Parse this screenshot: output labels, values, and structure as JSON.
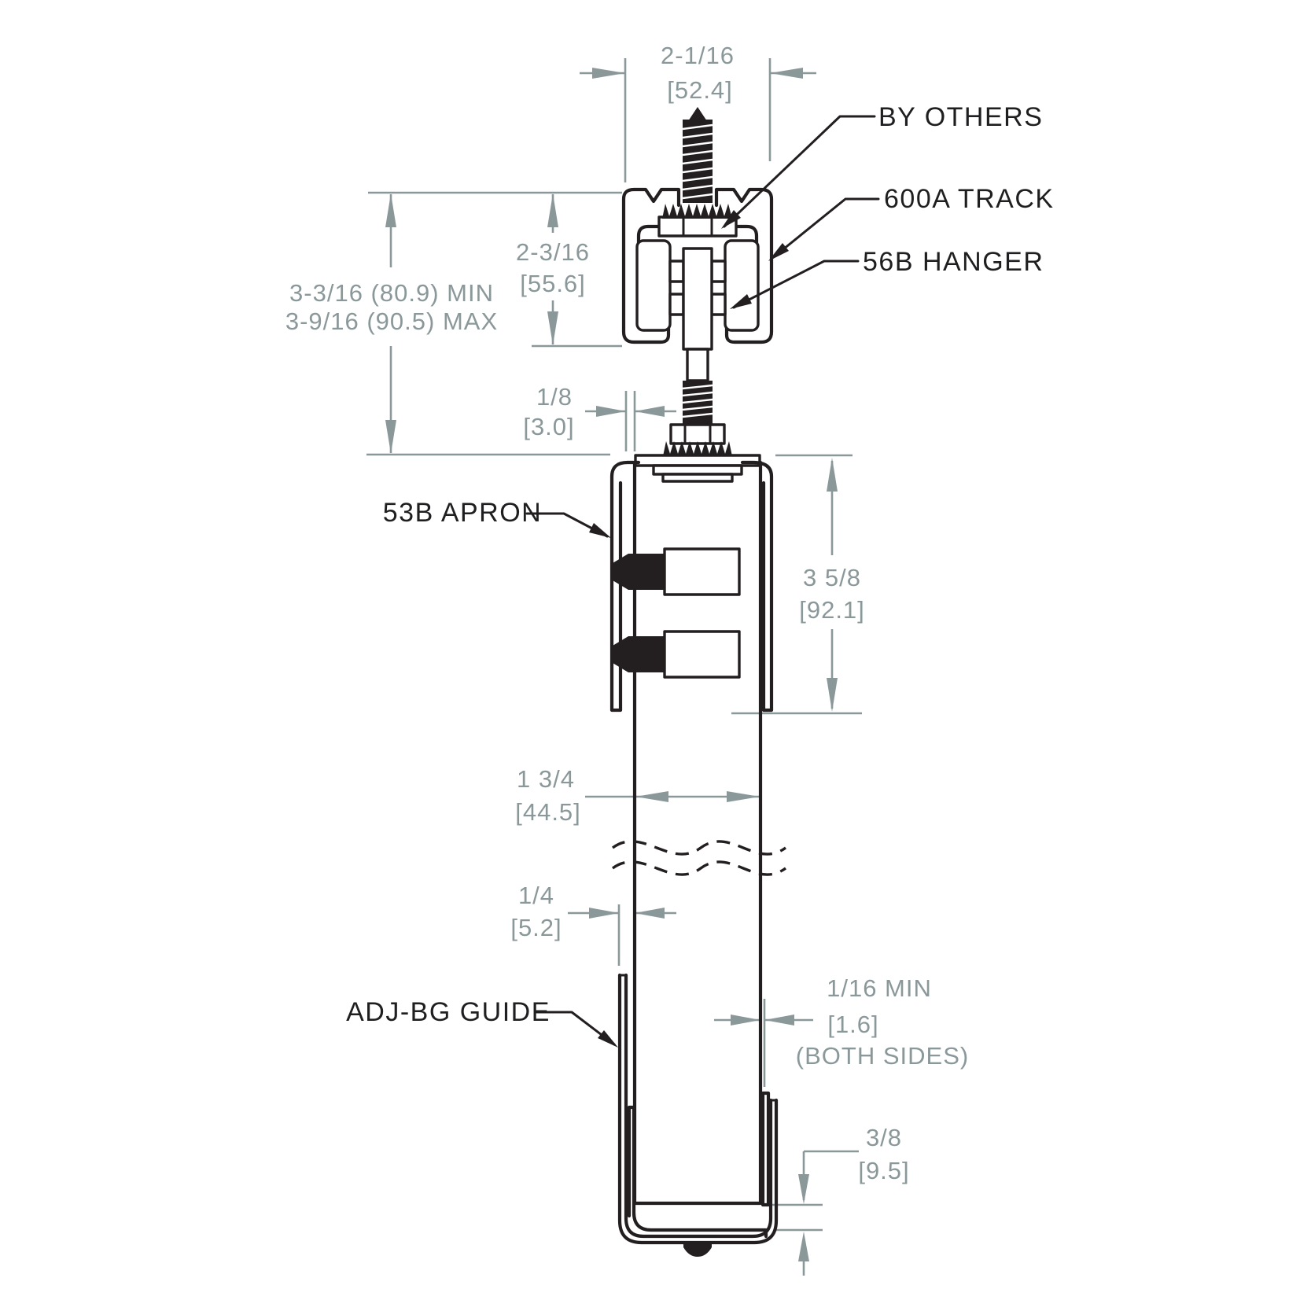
{
  "drawing": {
    "labels": {
      "by_others": "BY OTHERS",
      "track": "600A TRACK",
      "hanger": "56B HANGER",
      "apron": "53B APRON",
      "guide": "ADJ-BG GUIDE"
    },
    "dimensions": {
      "track_width": {
        "imperial": "2-1/16",
        "metric": "[52.4]"
      },
      "hanger_clearance": {
        "min": "3-3/16 (80.9) MIN",
        "max": "3-9/16 (90.5) MAX"
      },
      "track_height": {
        "imperial": "2-3/16",
        "metric": "[55.6]"
      },
      "track_to_door_gap": {
        "imperial": "1/8",
        "metric": "[3.0]"
      },
      "apron_height": {
        "imperial": "3 5/8",
        "metric": "[92.1]"
      },
      "door_thickness": {
        "imperial": "1 3/4",
        "metric": "[44.5]"
      },
      "guide_offset": {
        "imperial": "1/4",
        "metric": "[5.2]"
      },
      "guide_side_clearance": {
        "imperial": "1/16 MIN",
        "metric": "[1.6]",
        "note": "(BOTH SIDES)"
      },
      "guide_engagement": {
        "imperial": "3/8",
        "metric": "[9.5]"
      }
    },
    "colors": {
      "line": "#231f20",
      "dimension": "#8b989a",
      "background": "#ffffff"
    }
  }
}
